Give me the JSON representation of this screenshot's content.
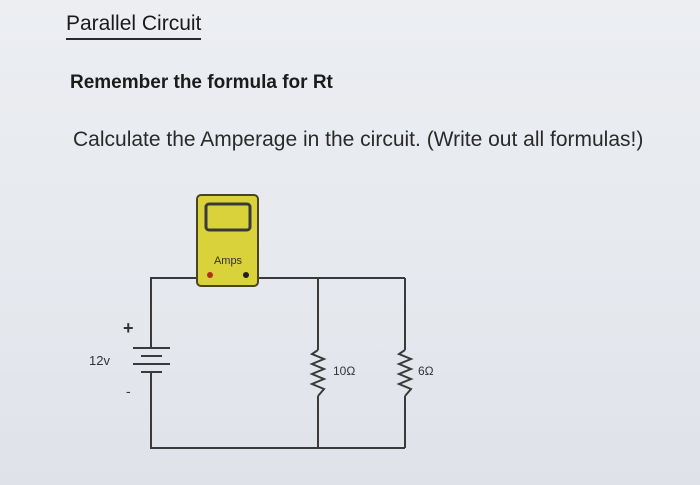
{
  "slide": {
    "title": "Parallel Circuit",
    "reminder": "Remember the formula for Rt",
    "question": "Calculate the Amperage in the circuit. (Write out all formulas!)"
  },
  "circuit": {
    "meter_label": "Amps",
    "battery_label": "12v",
    "battery_plus": "+",
    "battery_minus": "-",
    "resistor1_label": "10Ω",
    "resistor2_label": "6Ω"
  },
  "colors": {
    "meter_body": "#d9d23a",
    "wire": "#3a3a3a"
  }
}
